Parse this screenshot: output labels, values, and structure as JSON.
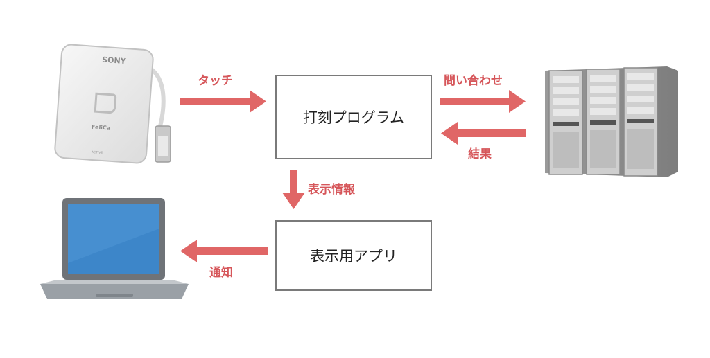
{
  "colors": {
    "arrow": "#e06666",
    "label": "#d6565a",
    "box_border": "#7a7a7a",
    "box_text": "#222222"
  },
  "nodes": {
    "stamp_program": "打刻プログラム",
    "display_app": "表示用アプリ"
  },
  "edges": {
    "touch": "タッチ",
    "inquiry": "問い合わせ",
    "result": "結果",
    "display_info": "表示情報",
    "notify": "通知"
  },
  "card_reader": {
    "brand": "SONY",
    "logo": "FeliCa",
    "lamp": "ACTIVE"
  },
  "icons": {
    "reader": "card-reader-icon",
    "server": "server-rack-icon",
    "laptop": "laptop-icon"
  }
}
